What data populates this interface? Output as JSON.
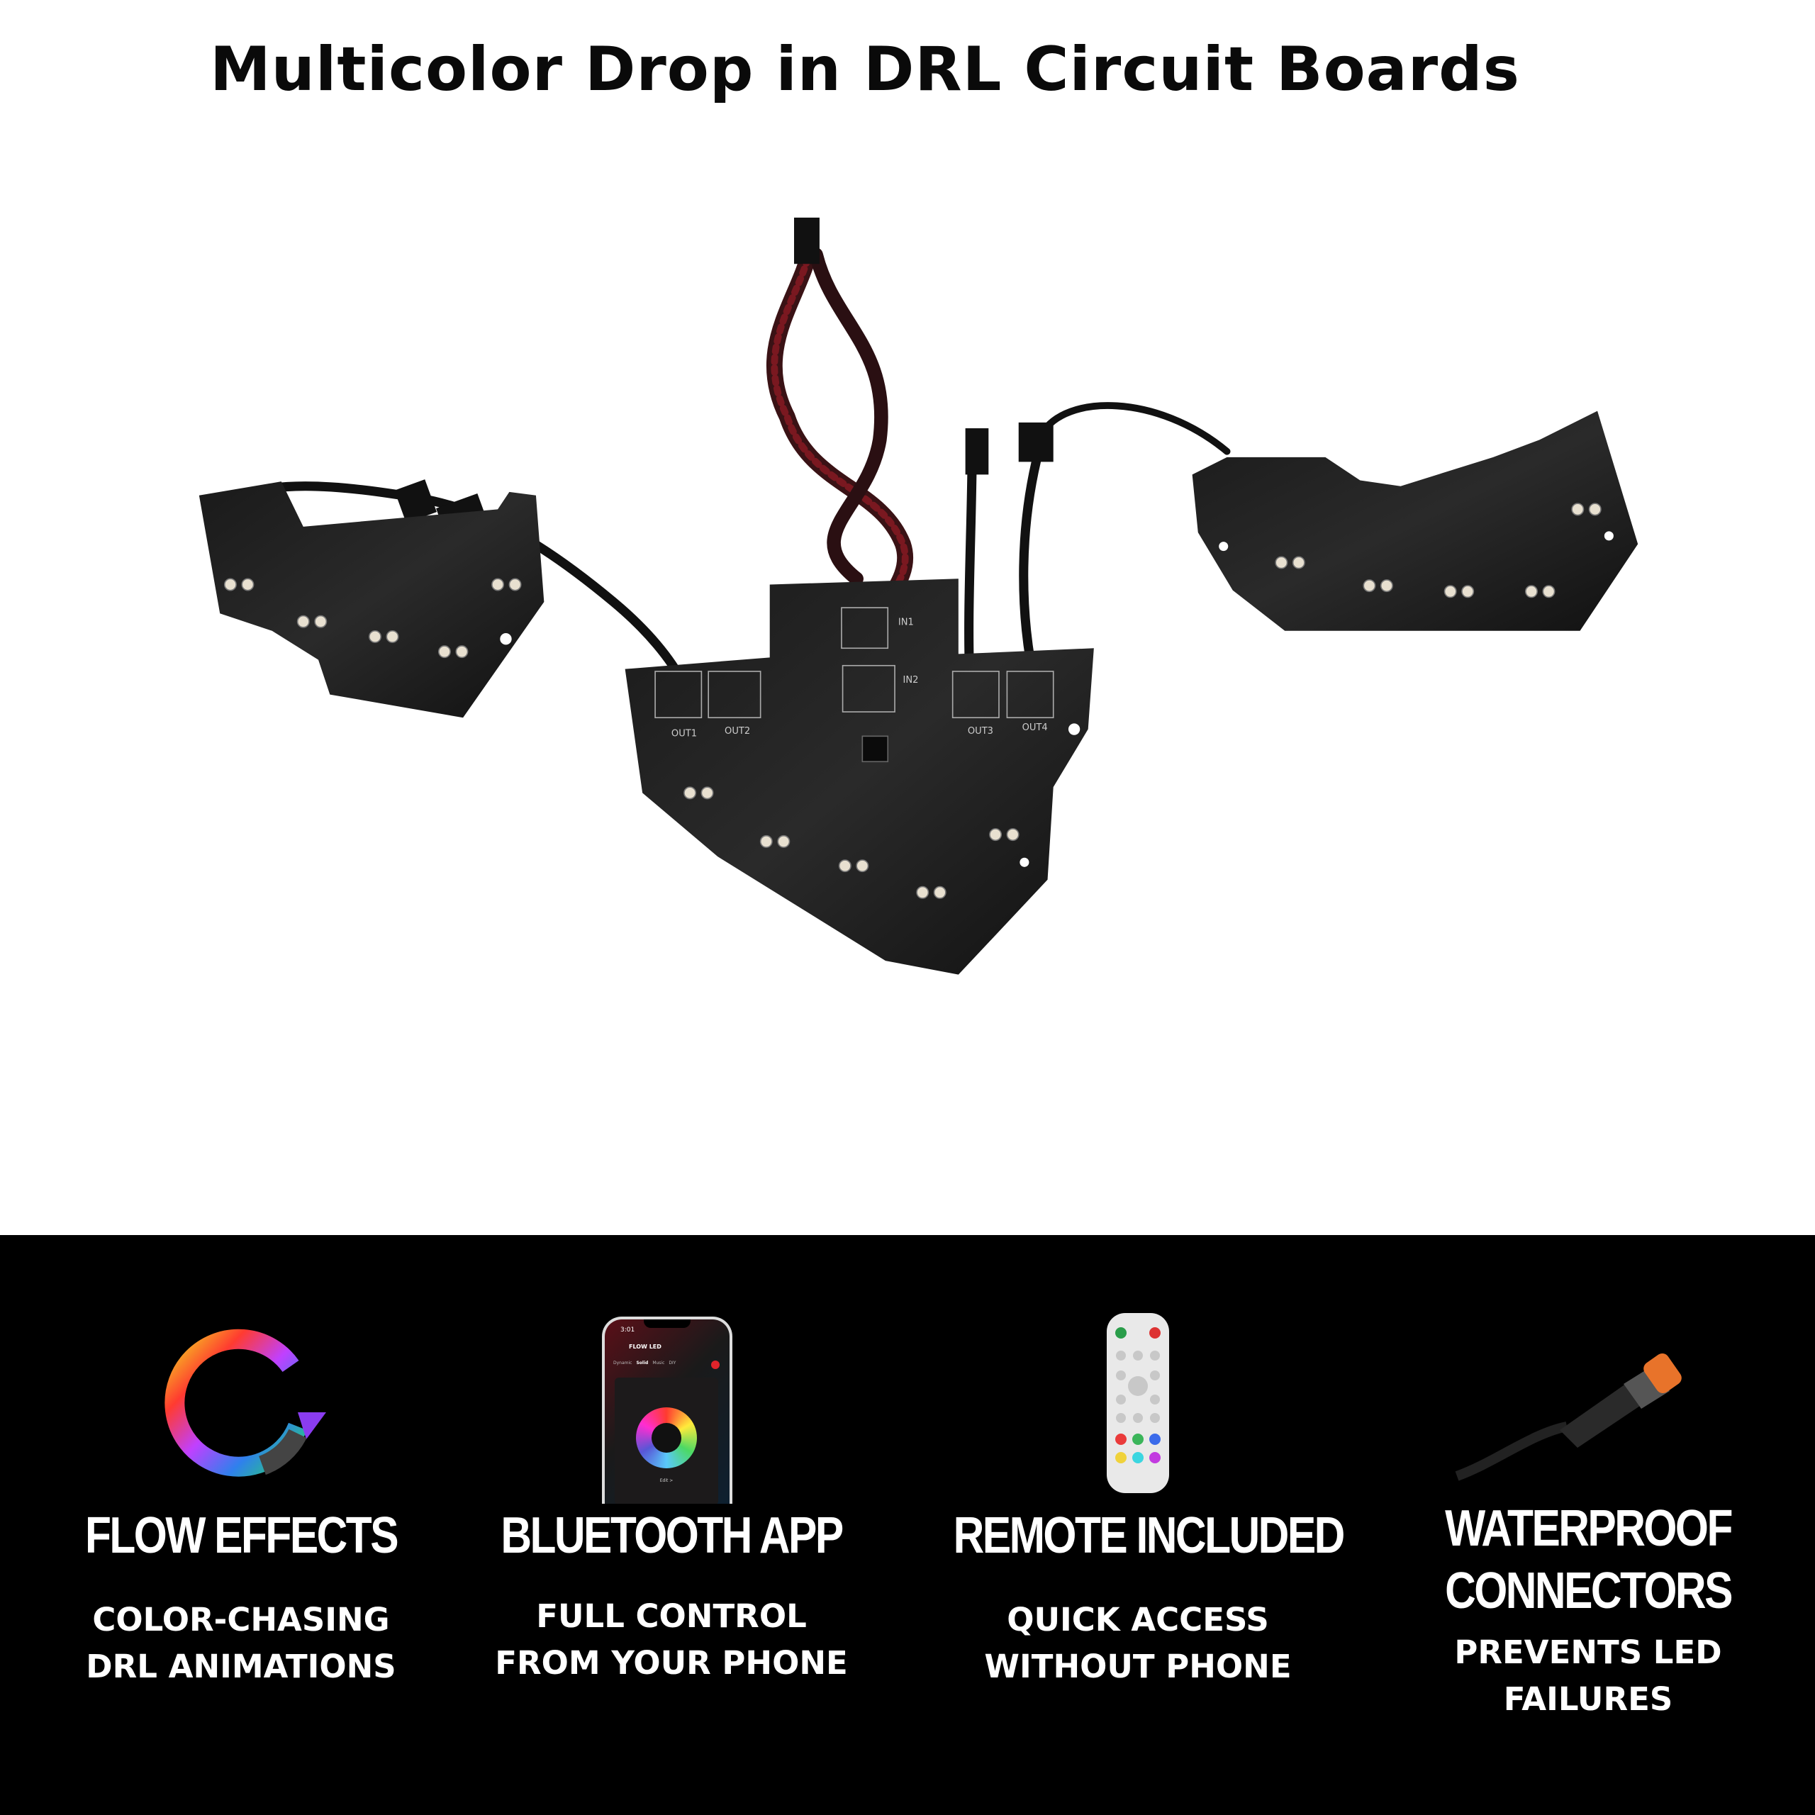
{
  "title": "Multicolor Drop in DRL Circuit Boards",
  "board_labels": {
    "out1": "OUT1",
    "out2": "OUT2",
    "out3": "OUT3",
    "out4": "OUT4",
    "in1": "IN1",
    "in2": "IN2"
  },
  "phone_screen": {
    "time": "3:01",
    "app_name": "FLOW LED",
    "tabs": [
      "Dynamic",
      "Solid",
      "Music",
      "DIY"
    ],
    "active_tab": "Solid",
    "edit": "Edit >"
  },
  "features": [
    {
      "icon": "color-cycle-ring-icon",
      "heading": "FLOW EFFECTS",
      "sub": [
        "COLOR-CHASING",
        "DRL ANIMATIONS"
      ]
    },
    {
      "icon": "smartphone-app-icon",
      "heading": "BLUETOOTH APP",
      "sub": [
        "FULL CONTROL",
        "FROM YOUR PHONE"
      ]
    },
    {
      "icon": "remote-control-icon",
      "heading": "REMOTE INCLUDED",
      "sub": [
        "QUICK ACCESS",
        "WITHOUT PHONE"
      ]
    },
    {
      "icon": "waterproof-connector-icon",
      "heading_lines": [
        "WATERPROOF",
        "CONNECTORS"
      ],
      "sub": [
        "PREVENTS LED",
        "FAILURES"
      ]
    }
  ],
  "colors": {
    "background": "#ffffff",
    "band": "#000000",
    "pcb": "#161616",
    "accent_red": "#e0242b",
    "connector_orange": "#e8732a"
  }
}
